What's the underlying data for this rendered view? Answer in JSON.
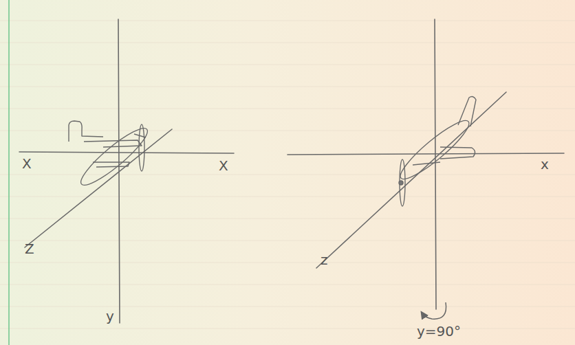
{
  "diagram": {
    "labels": [
      "X",
      "X",
      "Z",
      "y",
      "x",
      "z",
      "y=90°"
    ]
  }
}
